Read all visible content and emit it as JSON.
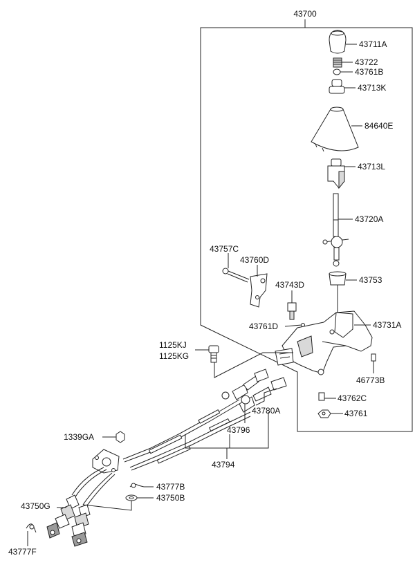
{
  "diagram": {
    "assembly_number": "43700",
    "parts": [
      {
        "id": "p43711A",
        "number": "43711A"
      },
      {
        "id": "p43722",
        "number": "43722"
      },
      {
        "id": "p43761B",
        "number": "43761B"
      },
      {
        "id": "p43713K",
        "number": "43713K"
      },
      {
        "id": "p84640E",
        "number": "84640E"
      },
      {
        "id": "p43713L",
        "number": "43713L"
      },
      {
        "id": "p43720A",
        "number": "43720A"
      },
      {
        "id": "p43757C",
        "number": "43757C"
      },
      {
        "id": "p43760D",
        "number": "43760D"
      },
      {
        "id": "p43753",
        "number": "43753"
      },
      {
        "id": "p43743D",
        "number": "43743D"
      },
      {
        "id": "p43731A",
        "number": "43731A"
      },
      {
        "id": "p43761D",
        "number": "43761D"
      },
      {
        "id": "p1125KJ",
        "number": "1125KJ"
      },
      {
        "id": "p1125KG",
        "number": "1125KG"
      },
      {
        "id": "p46773B",
        "number": "46773B"
      },
      {
        "id": "p43762C",
        "number": "43762C"
      },
      {
        "id": "p43780A",
        "number": "43780A"
      },
      {
        "id": "p43761",
        "number": "43761"
      },
      {
        "id": "p43796",
        "number": "43796"
      },
      {
        "id": "p1339GA",
        "number": "1339GA"
      },
      {
        "id": "p43794",
        "number": "43794"
      },
      {
        "id": "p43777B",
        "number": "43777B"
      },
      {
        "id": "p43750G",
        "number": "43750G"
      },
      {
        "id": "p43750B",
        "number": "43750B"
      },
      {
        "id": "p43777F",
        "number": "43777F"
      }
    ]
  }
}
